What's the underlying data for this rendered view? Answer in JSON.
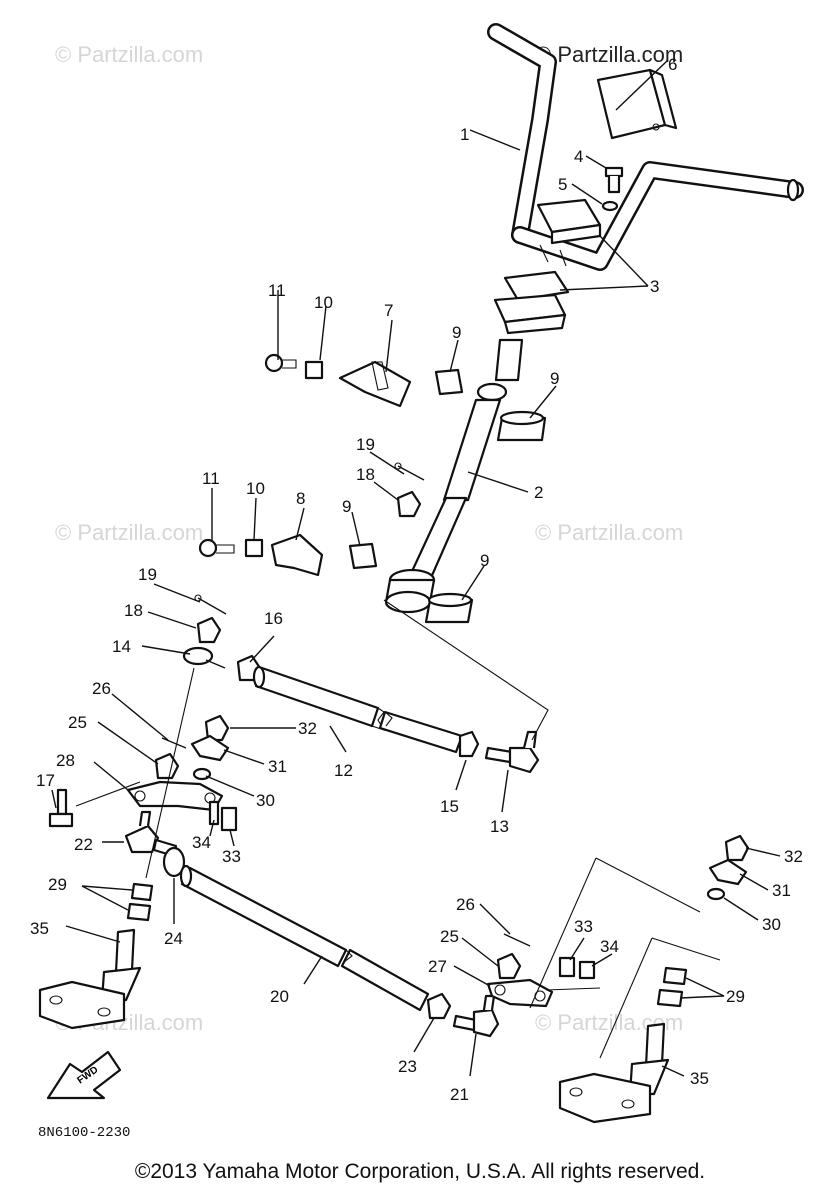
{
  "watermarks": {
    "top_right": "© Partzilla.com",
    "faint": "© Partzilla.com"
  },
  "callouts": [
    "1",
    "2",
    "3",
    "4",
    "5",
    "6",
    "7",
    "8",
    "9",
    "10",
    "11",
    "12",
    "13",
    "14",
    "15",
    "16",
    "17",
    "18",
    "19",
    "20",
    "21",
    "22",
    "23",
    "24",
    "25",
    "26",
    "27",
    "28",
    "29",
    "30",
    "31",
    "32",
    "33",
    "34",
    "35"
  ],
  "front_arrow_label": "FWD",
  "diagram_code": "8N6100-2230",
  "copyright": "©2013  Yamaha Motor Corporation, U.S.A. All rights reserved."
}
